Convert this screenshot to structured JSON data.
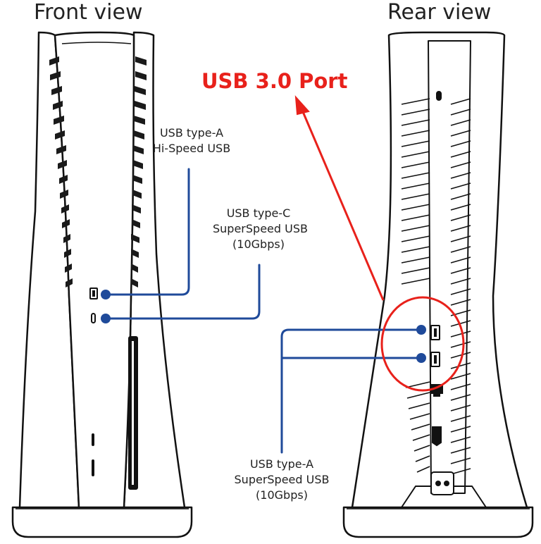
{
  "titles": {
    "front": "Front view",
    "rear": "Rear view"
  },
  "callout": {
    "text": "USB 3.0 Port",
    "color": "#e8211b"
  },
  "labels": {
    "front_usb_a": {
      "line1": "USB type-A",
      "line2": "Hi-Speed USB"
    },
    "front_usb_c": {
      "line1": "USB type-C",
      "line2": "SuperSpeed USB",
      "line3": "(10Gbps)"
    },
    "rear_usb_a": {
      "line1": "USB type-A",
      "line2": "SuperSpeed USB",
      "line3": "(10Gbps)"
    }
  },
  "colors": {
    "leader_line": "#1f4a9a",
    "outline": "#111111",
    "stripe": "#1a1a1a"
  }
}
